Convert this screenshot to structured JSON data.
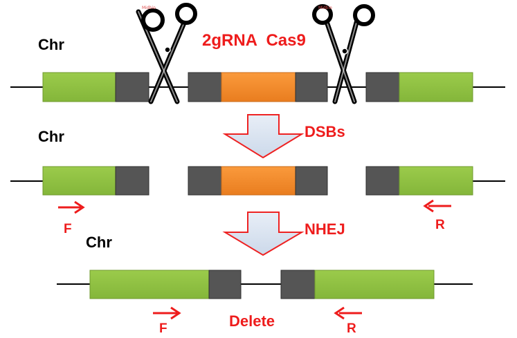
{
  "labels": {
    "chr_row1": "Chr",
    "chr_row2": "Chr",
    "chr_row3": "Chr",
    "grna_cas9": "2gRNA  Cas9",
    "dsbs": "DSBs",
    "nhej": "NHEJ",
    "delete": "Delete",
    "forward_primer_top": "F",
    "reverse_primer_top": "R",
    "forward_primer_bottom": "F",
    "reverse_primer_bottom": "R"
  },
  "colors": {
    "exon_green": "#92c342",
    "flank_gray": "#555555",
    "target_orange": "#f58a2c",
    "process_arrow_fill": "#dbe5f1",
    "accent_red": "#ee1c1c",
    "chromosome_line": "#000000"
  },
  "icons": [
    "scissors-icon-left",
    "scissors-icon-right"
  ]
}
